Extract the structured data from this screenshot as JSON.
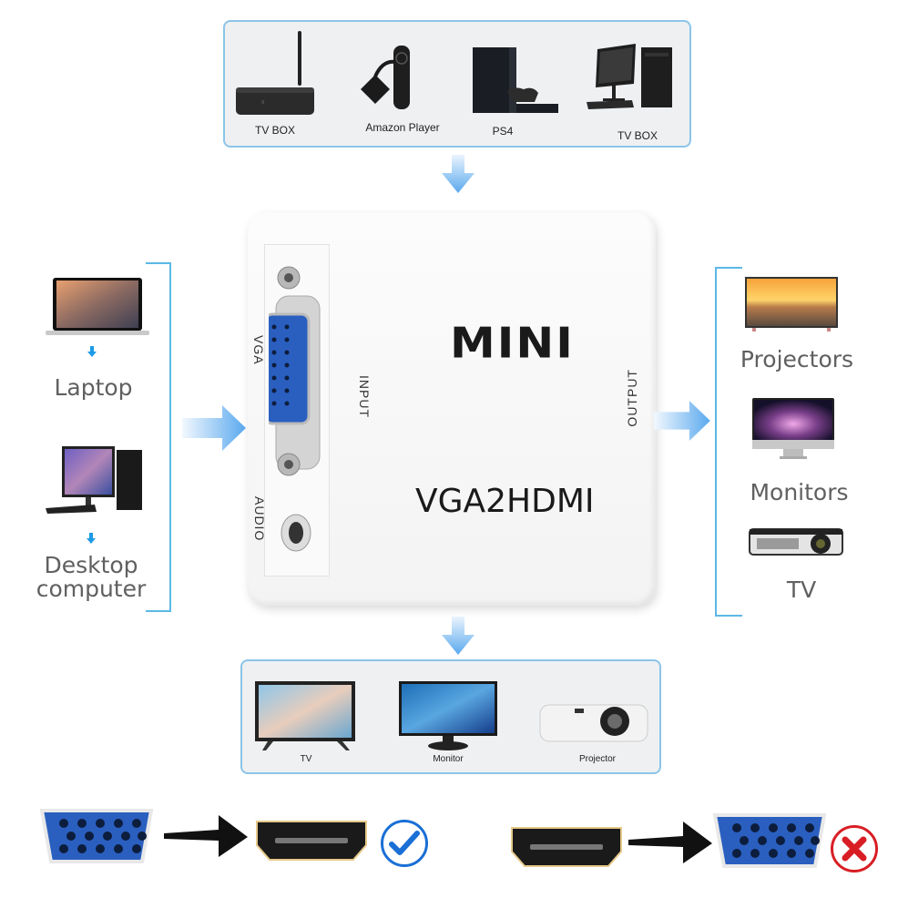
{
  "sources_panel": {
    "items": [
      {
        "icon": "tv-box-icon",
        "label": "TV BOX"
      },
      {
        "icon": "amazon-player-icon",
        "label": "Amazon Player"
      },
      {
        "icon": "ps4-icon",
        "label": "PS4"
      },
      {
        "icon": "desktop-pc-icon",
        "label": "TV BOX"
      }
    ]
  },
  "left_inputs": {
    "items": [
      {
        "icon": "laptop-icon",
        "label": "Laptop"
      },
      {
        "icon": "desktop-computer-icon",
        "label_line1": "Desktop",
        "label_line2": "computer"
      }
    ]
  },
  "device": {
    "brand": "MINI",
    "model": "VGA2HDMI",
    "port_labels": {
      "vga": "VGA",
      "input": "INPUT",
      "audio": "AUDIO",
      "output": "OUTPUT"
    }
  },
  "right_outputs": {
    "items": [
      {
        "icon": "flat-tv-icon",
        "label": "Projectors"
      },
      {
        "icon": "imac-monitor-icon",
        "label": "Monitors"
      },
      {
        "icon": "projector-icon",
        "label": "TV"
      }
    ]
  },
  "displays_panel": {
    "items": [
      {
        "icon": "tv-icon",
        "label": "TV"
      },
      {
        "icon": "monitor-icon",
        "label": "Monitor"
      },
      {
        "icon": "projector-icon",
        "label": "Projector"
      }
    ]
  },
  "compatibility": {
    "supported": {
      "from": "VGA",
      "to": "HDMI",
      "status": "check"
    },
    "unsupported": {
      "from": "HDMI",
      "to": "VGA",
      "status": "cross"
    }
  },
  "colors": {
    "accent_blue": "#5bb8e6",
    "arrow_blue": "#5aa9ee",
    "check_blue": "#1a6fd6",
    "cross_red": "#d81e24",
    "vga_blue": "#2a5fc0"
  }
}
